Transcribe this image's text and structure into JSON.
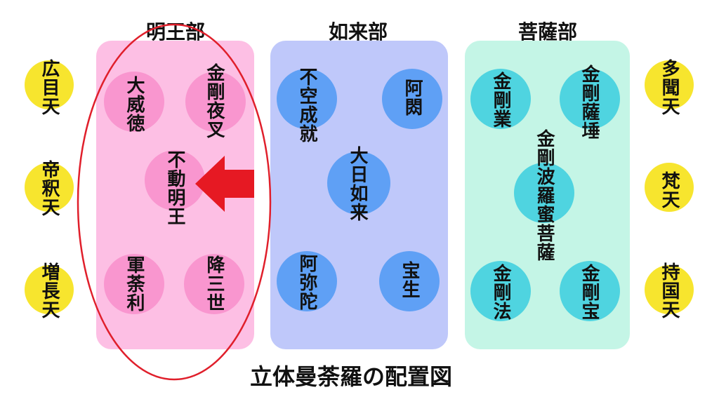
{
  "groups": {
    "myoo": {
      "title": "明王部",
      "color": "#fdbfe4",
      "circle": "#f996cf"
    },
    "nyorai": {
      "title": "如来部",
      "color": "#bfc8fa",
      "circle": "#5fa0f5"
    },
    "bosatsu": {
      "title": "菩薩部",
      "color": "#c4f5e6",
      "circle": "#4fd4e0"
    }
  },
  "deities": {
    "daiitoku": "大威徳",
    "kongoyasha": "金剛夜叉",
    "fudo": "不動明王",
    "gundari": "軍荼利",
    "gozanze": "降三世",
    "fukujoju": "不空成就",
    "ashuku": "阿閦",
    "dainichi": "大日如来",
    "amida": "阿弥陀",
    "hosho": "宝生",
    "kongogo": "金剛業",
    "kongosatta": "金剛薩埵",
    "kongoharamitsu": "金剛波羅蜜菩薩",
    "kongoho": "金剛法",
    "kongoho2": "金剛宝"
  },
  "guardians": {
    "color": "#f7e52e",
    "komoku": "広目天",
    "taishaku": "帝釈天",
    "zocho": "増長天",
    "tamon": "多聞天",
    "bon": "梵天",
    "jikoku": "持国天"
  },
  "caption": "立体曼荼羅の配置図",
  "colors": {
    "ellipse": "#e01f2b",
    "arrow": "#e61923"
  }
}
